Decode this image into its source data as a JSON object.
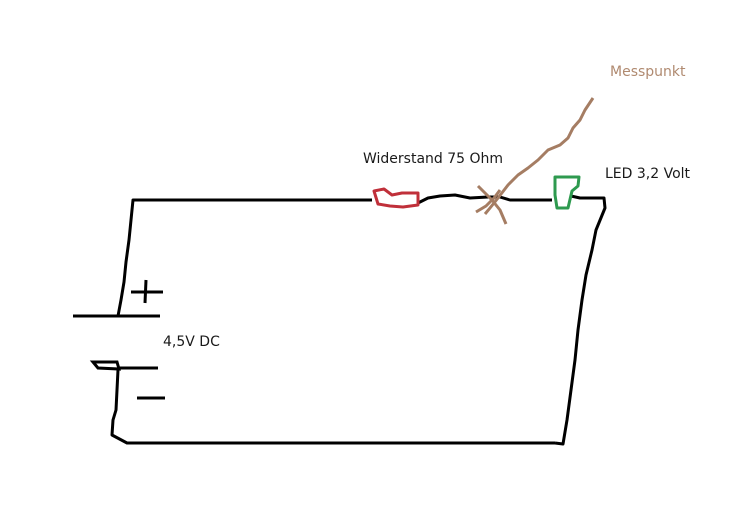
{
  "diagram": {
    "type": "circuit-sketch",
    "components": {
      "resistor": {
        "label": "Widerstand 75 Ohm",
        "color": "#c0303a"
      },
      "led": {
        "label": "LED 3,2 Volt",
        "color": "#2e9a4f"
      },
      "battery": {
        "label": "4,5V DC",
        "plus_symbol": "+",
        "minus_symbol": "−"
      },
      "measure_point": {
        "label": "Messpunkt",
        "color": "#a57d63"
      }
    },
    "wire_color": "#000000"
  }
}
